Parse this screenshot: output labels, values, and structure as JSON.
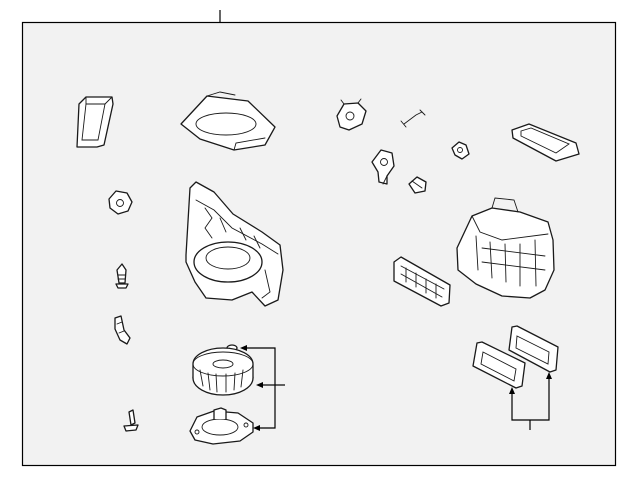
{
  "diagram": {
    "background": "#f2f2f2",
    "frame_color": "#000000",
    "line_color": "#1a1a1a",
    "callouts": [
      "top-leader",
      "blower-group-bracket",
      "filter-group-bracket"
    ],
    "parts": [
      "cabin-filter-door-seal",
      "filter-cover",
      "blower-case-upper",
      "actuator-left",
      "actuator-upper",
      "control-cable",
      "sensor",
      "duct-seal-ring",
      "mode-actuator",
      "bulb-socket",
      "bolt",
      "drain-hose",
      "blower-housing",
      "evaporator-heater-case",
      "vent-duct",
      "o-ring",
      "blower-fan-wheel",
      "blower-motor",
      "screw",
      "air-filter-upper",
      "air-filter-lower"
    ]
  }
}
